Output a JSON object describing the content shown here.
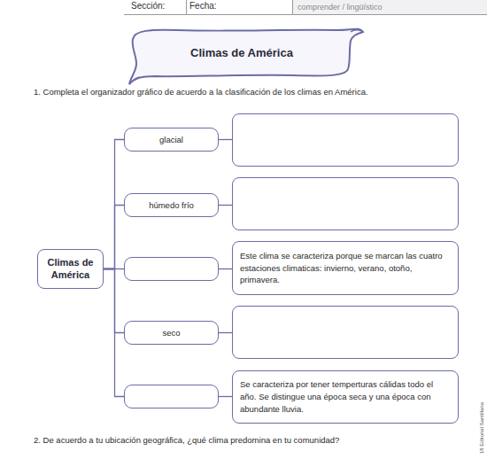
{
  "diagram": {
    "title": "Climas de América",
    "nodes": [
      {
        "text": [
          "Climas de América"
        ]
      },
      {
        "text": [
          "glacial"
        ]
      },
      {
        "text": []
      },
      {
        "text": [
          "húmedo frío"
        ]
      },
      {
        "text": []
      },
      {
        "text": []
      },
      {
        "text": [
          "Este clima se caracteriza porque se marcan las cuatro estaciones climaticas: invierno, verano, otoño, primavera."
        ]
      },
      {
        "text": [
          "seco"
        ]
      },
      {
        "text": []
      },
      {
        "text": []
      },
      {
        "text": [
          "Se caracteriza por tener temperturas cálidas todo el año. Se distingue una época seca y una época con abundante lluvia."
        ]
      }
    ],
    "edges": [
      {
        "from": 0,
        "to": 1,
        "arrow": "none"
      },
      {
        "from": 0,
        "to": 3,
        "arrow": "none"
      },
      {
        "from": 0,
        "to": 5,
        "arrow": "none"
      },
      {
        "from": 0,
        "to": 7,
        "arrow": "none"
      },
      {
        "from": 0,
        "to": 9,
        "arrow": "none"
      },
      {
        "from": 1,
        "to": 2,
        "arrow": "none"
      },
      {
        "from": 3,
        "to": 4,
        "arrow": "none"
      },
      {
        "from": 5,
        "to": 6,
        "arrow": "none"
      },
      {
        "from": 7,
        "to": 8,
        "arrow": "none"
      },
      {
        "from": 9,
        "to": 10,
        "arrow": "none"
      }
    ],
    "labels": [
      "Sección:",
      "Fecha:",
      "comprender / lingüístico",
      "1. Completa el organizador gráfico de acuerdo a la clasificación de los climas en América.",
      "2. De acuerdo a tu ubicación geográfica, ¿qué clima predomina en tu comunidad?",
      "18 Editorial Santillana"
    ]
  }
}
